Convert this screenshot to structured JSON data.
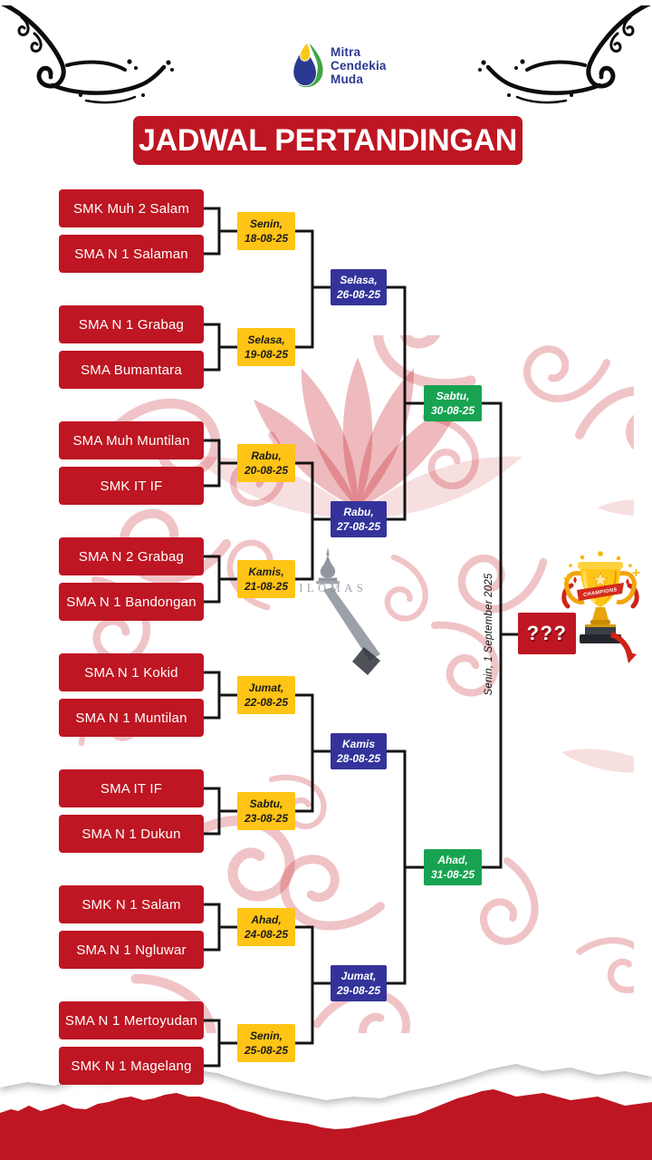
{
  "logo": {
    "name_lines": [
      "Mitra",
      "Cendekia",
      "Muda"
    ]
  },
  "title": "JADWAL PERTANDINGAN",
  "teams": [
    "SMK Muh 2 Salam",
    "SMA N 1 Salaman",
    "SMA N 1 Grabag",
    "SMA Bumantara",
    "SMA Muh Muntilan",
    "SMK IT IF",
    "SMA N 2 Grabag",
    "SMA N 1 Bandongan",
    "SMA N 1 Kokid",
    "SMA N 1 Muntilan",
    "SMA IT IF",
    "SMA N 1 Dukun",
    "SMK N 1 Salam",
    "SMA N 1 Ngluwar",
    "SMA N 1 Mertoyudan",
    "SMK N 1 Magelang"
  ],
  "round1": [
    {
      "day": "Senin,",
      "date": "18-08-25"
    },
    {
      "day": "Selasa,",
      "date": "19-08-25"
    },
    {
      "day": "Rabu,",
      "date": "20-08-25"
    },
    {
      "day": "Kamis,",
      "date": "21-08-25"
    },
    {
      "day": "Jumat,",
      "date": "22-08-25"
    },
    {
      "day": "Sabtu,",
      "date": "23-08-25"
    },
    {
      "day": "Ahad,",
      "date": "24-08-25"
    },
    {
      "day": "Senin,",
      "date": "25-08-25"
    }
  ],
  "quarterfinals": [
    {
      "day": "Selasa,",
      "date": "26-08-25"
    },
    {
      "day": "Rabu,",
      "date": "27-08-25"
    },
    {
      "day": "Kamis",
      "date": "28-08-25"
    },
    {
      "day": "Jumat,",
      "date": "29-08-25"
    }
  ],
  "semifinals": [
    {
      "day": "Sabtu,",
      "date": "30-08-25"
    },
    {
      "day": "Ahad,",
      "date": "31-08-25"
    }
  ],
  "final": {
    "date_label": "Senin, 1 September 2025",
    "champion_placeholder": "???",
    "trophy_ribbon": "CHAMPIONS"
  },
  "watermark": {
    "text": "SILOMAS"
  },
  "colors": {
    "red": "#BE1622",
    "yellow": "#FFC415",
    "blue": "#34339B",
    "green": "#17A351",
    "logo_blue": "#2B3990"
  }
}
